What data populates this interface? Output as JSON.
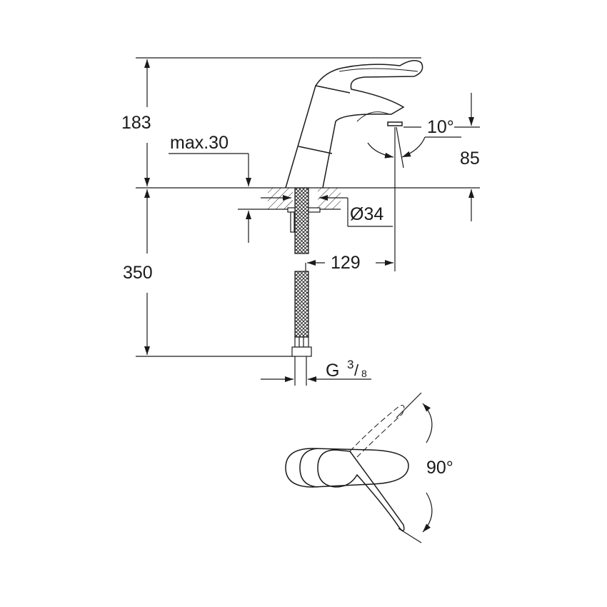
{
  "drawing": {
    "title": "Single-lever basin mixer technical dimension drawing",
    "line_color": "#1a1a1a",
    "background": "#ffffff"
  },
  "dimensions": {
    "height_total": "183",
    "deck_thickness": "max.30",
    "spout_angle": "10°",
    "spout_height": "85",
    "hole_diameter": "Ø34",
    "spout_reach": "129",
    "hose_length": "350",
    "connection_prefix": "G",
    "connection_num": "3",
    "connection_den": "8",
    "lever_rotation": "90°"
  }
}
